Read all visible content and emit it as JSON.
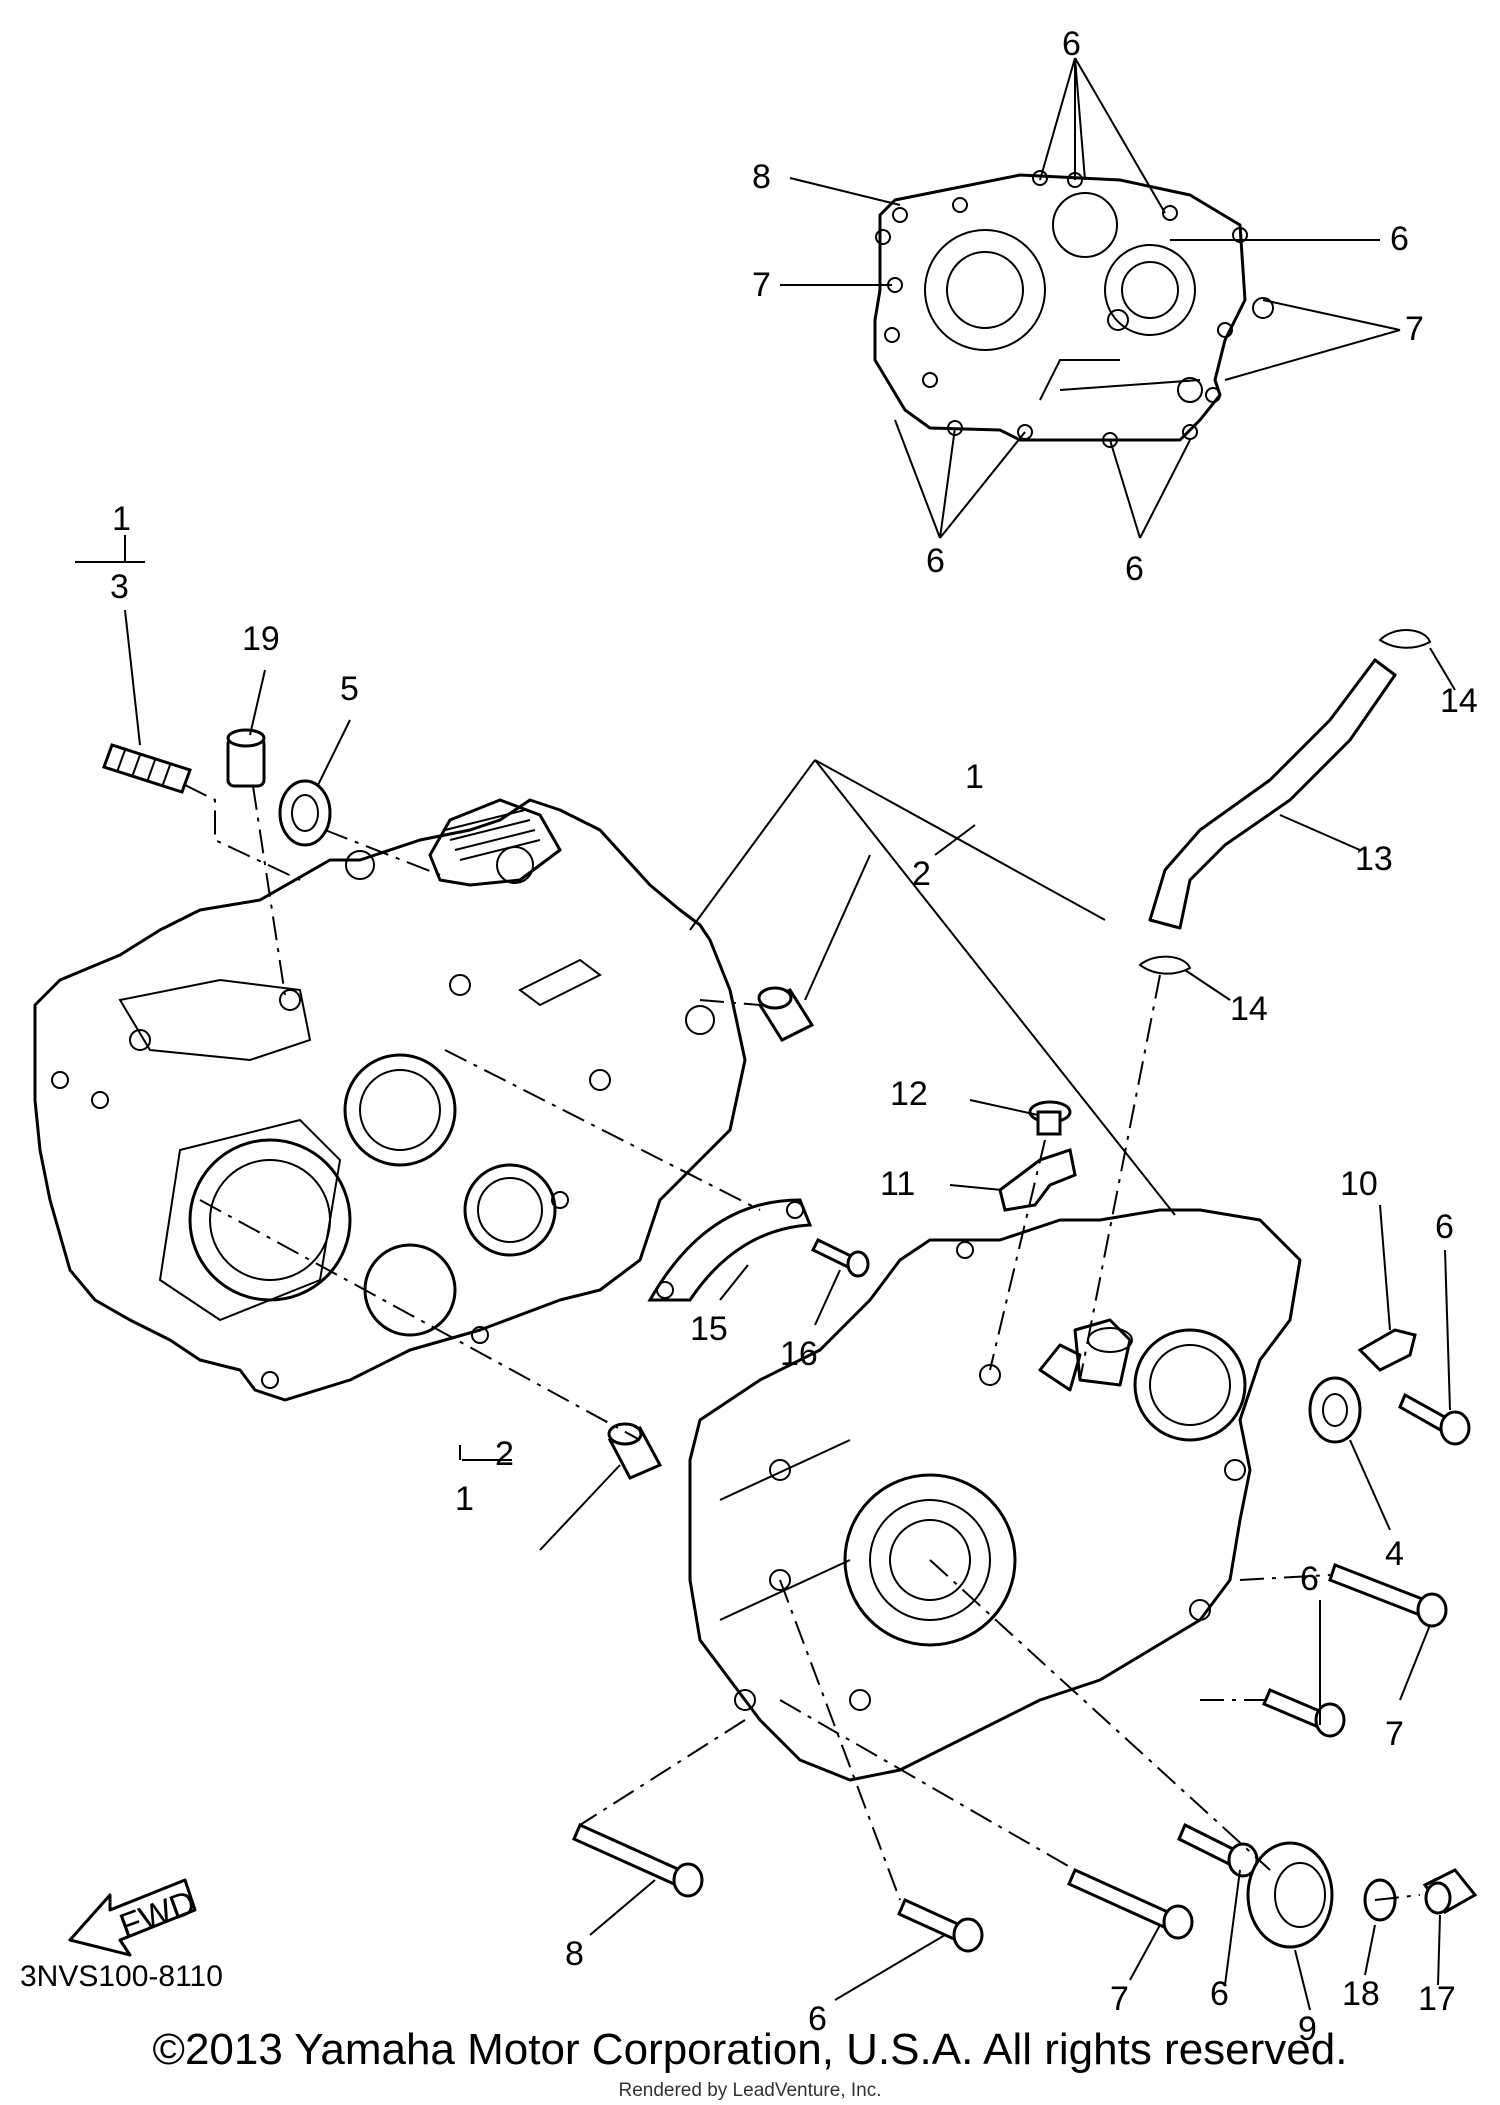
{
  "diagram": {
    "catalog_code": "3NVS100-8110",
    "fwd_label": "FWD",
    "copyright": "©2013 Yamaha Motor Corporation, U.S.A. All rights reserved.",
    "rendered_by": "Rendered by LeadVenture, Inc.",
    "callouts": [
      {
        "id": "c6a",
        "text": "6"
      },
      {
        "id": "c8a",
        "text": "8"
      },
      {
        "id": "c6b",
        "text": "6"
      },
      {
        "id": "c7a",
        "text": "7"
      },
      {
        "id": "c7b",
        "text": "7"
      },
      {
        "id": "c6c",
        "text": "6"
      },
      {
        "id": "c6d",
        "text": "6"
      },
      {
        "id": "c1a",
        "text": "1"
      },
      {
        "id": "c3a",
        "text": "3"
      },
      {
        "id": "c19",
        "text": "19"
      },
      {
        "id": "c5",
        "text": "5"
      },
      {
        "id": "c14a",
        "text": "14"
      },
      {
        "id": "c1b",
        "text": "1"
      },
      {
        "id": "c2a",
        "text": "2"
      },
      {
        "id": "c13",
        "text": "13"
      },
      {
        "id": "c14b",
        "text": "14"
      },
      {
        "id": "c12",
        "text": "12"
      },
      {
        "id": "c11",
        "text": "11"
      },
      {
        "id": "c10",
        "text": "10"
      },
      {
        "id": "c6e",
        "text": "6"
      },
      {
        "id": "c15",
        "text": "15"
      },
      {
        "id": "c16",
        "text": "16"
      },
      {
        "id": "c4",
        "text": "4"
      },
      {
        "id": "c2b",
        "text": "2"
      },
      {
        "id": "c1c",
        "text": "1"
      },
      {
        "id": "c6f",
        "text": "6"
      },
      {
        "id": "c7c",
        "text": "7"
      },
      {
        "id": "c8b",
        "text": "8"
      },
      {
        "id": "c6g",
        "text": "6"
      },
      {
        "id": "c7d",
        "text": "7"
      },
      {
        "id": "c6h",
        "text": "6"
      },
      {
        "id": "c18",
        "text": "18"
      },
      {
        "id": "c9",
        "text": "9"
      },
      {
        "id": "c17",
        "text": "17"
      }
    ]
  }
}
